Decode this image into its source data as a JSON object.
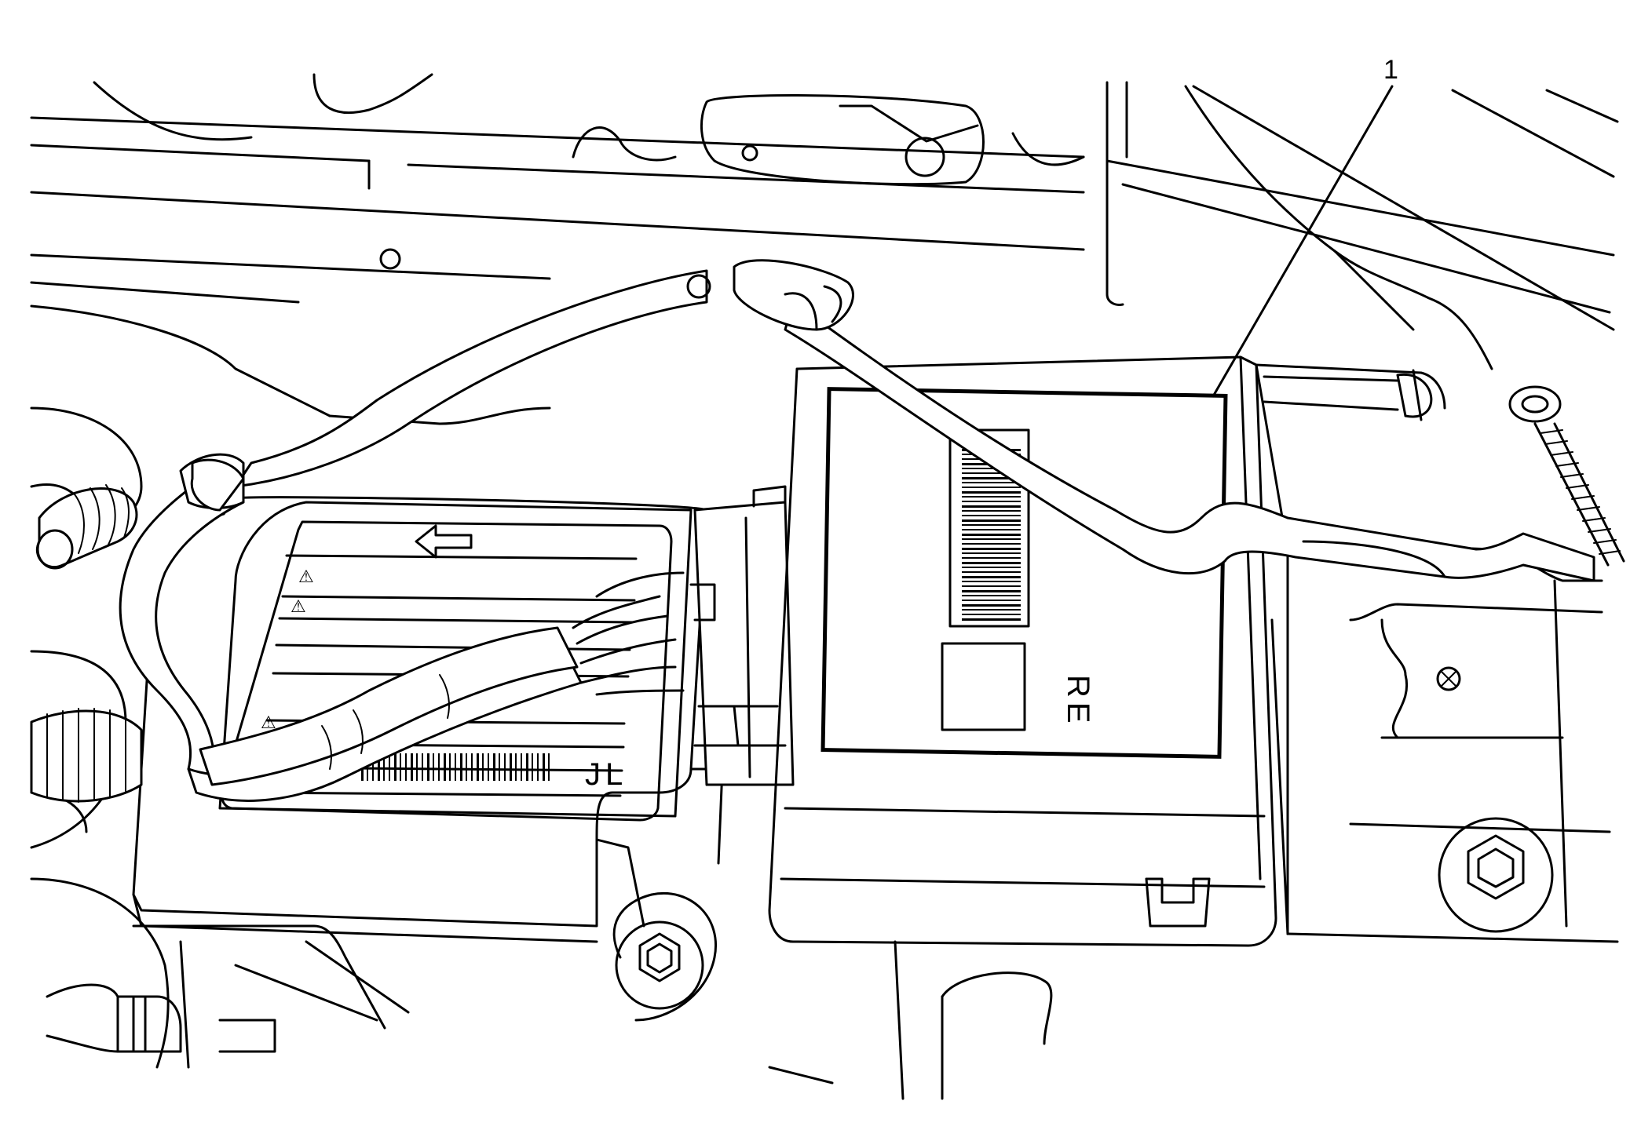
{
  "diagram": {
    "callouts": [
      {
        "id": "1",
        "label": "1"
      }
    ],
    "module_left": {
      "marking": "JL"
    },
    "module_right": {
      "marking": "RE"
    },
    "warning_glyph": "warning-triangle-icon"
  }
}
